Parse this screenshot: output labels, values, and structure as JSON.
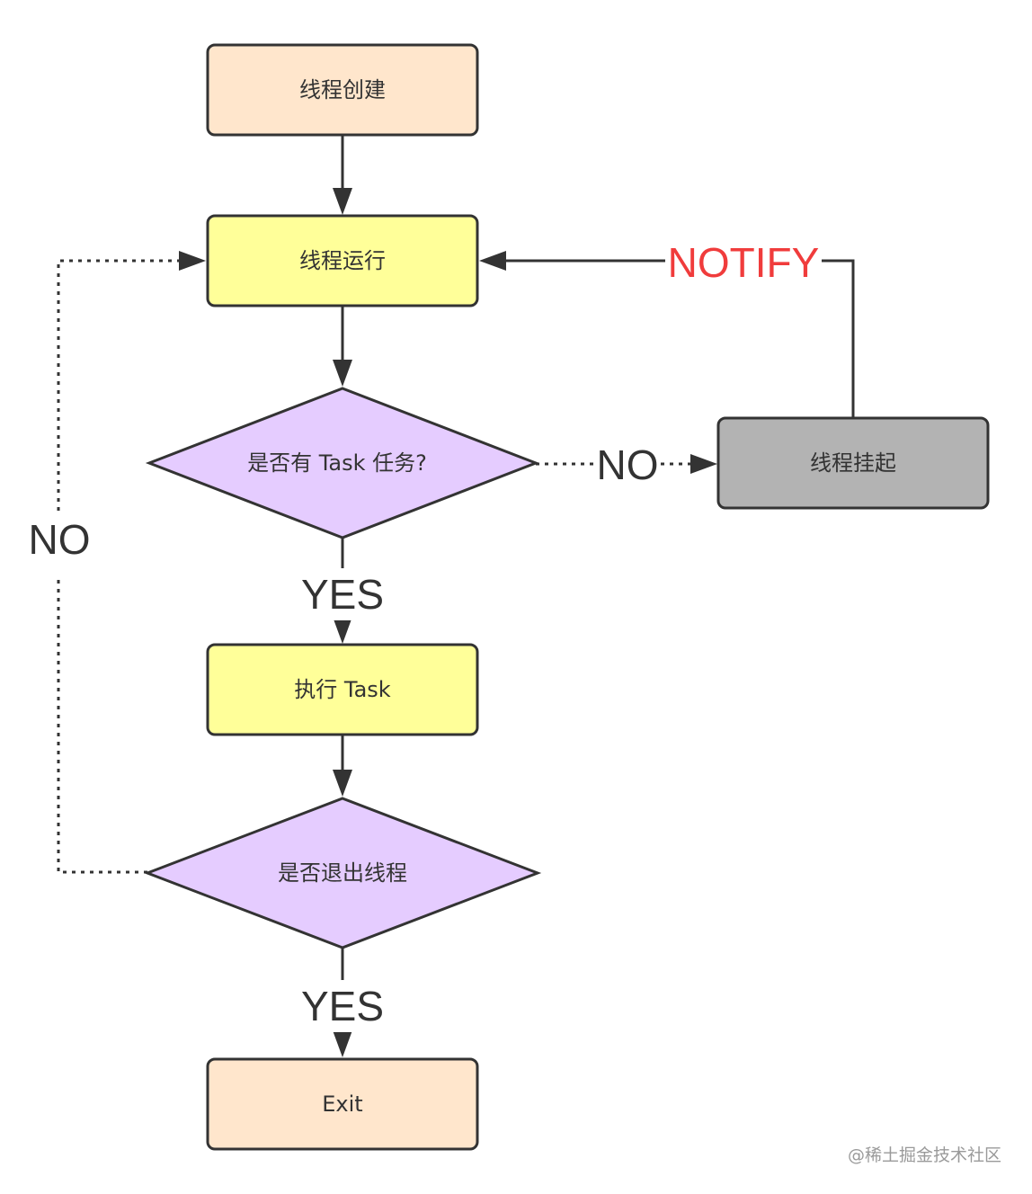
{
  "nodes": {
    "create": {
      "label": "线程创建",
      "color": "#FFE6CC"
    },
    "run": {
      "label": "线程运行",
      "color": "#FFFF99"
    },
    "has_task": {
      "label": "是否有 Task 任务?",
      "color": "#E5CCFF"
    },
    "suspend": {
      "label": "线程挂起",
      "color": "#B3B3B3"
    },
    "exec": {
      "label": "执行 Task",
      "color": "#FFFF99"
    },
    "exit_check": {
      "label": "是否退出线程",
      "color": "#E5CCFF"
    },
    "exit": {
      "label": "Exit",
      "color": "#FFE6CC"
    }
  },
  "edges": {
    "no_task": {
      "label": "NO"
    },
    "yes_task": {
      "label": "YES"
    },
    "notify": {
      "label": "NOTIFY",
      "color": "#F03C3C"
    },
    "no_exit": {
      "label": "NO"
    },
    "yes_exit": {
      "label": "YES"
    }
  },
  "watermark": {
    "text": "@稀土掘金技术社区"
  }
}
